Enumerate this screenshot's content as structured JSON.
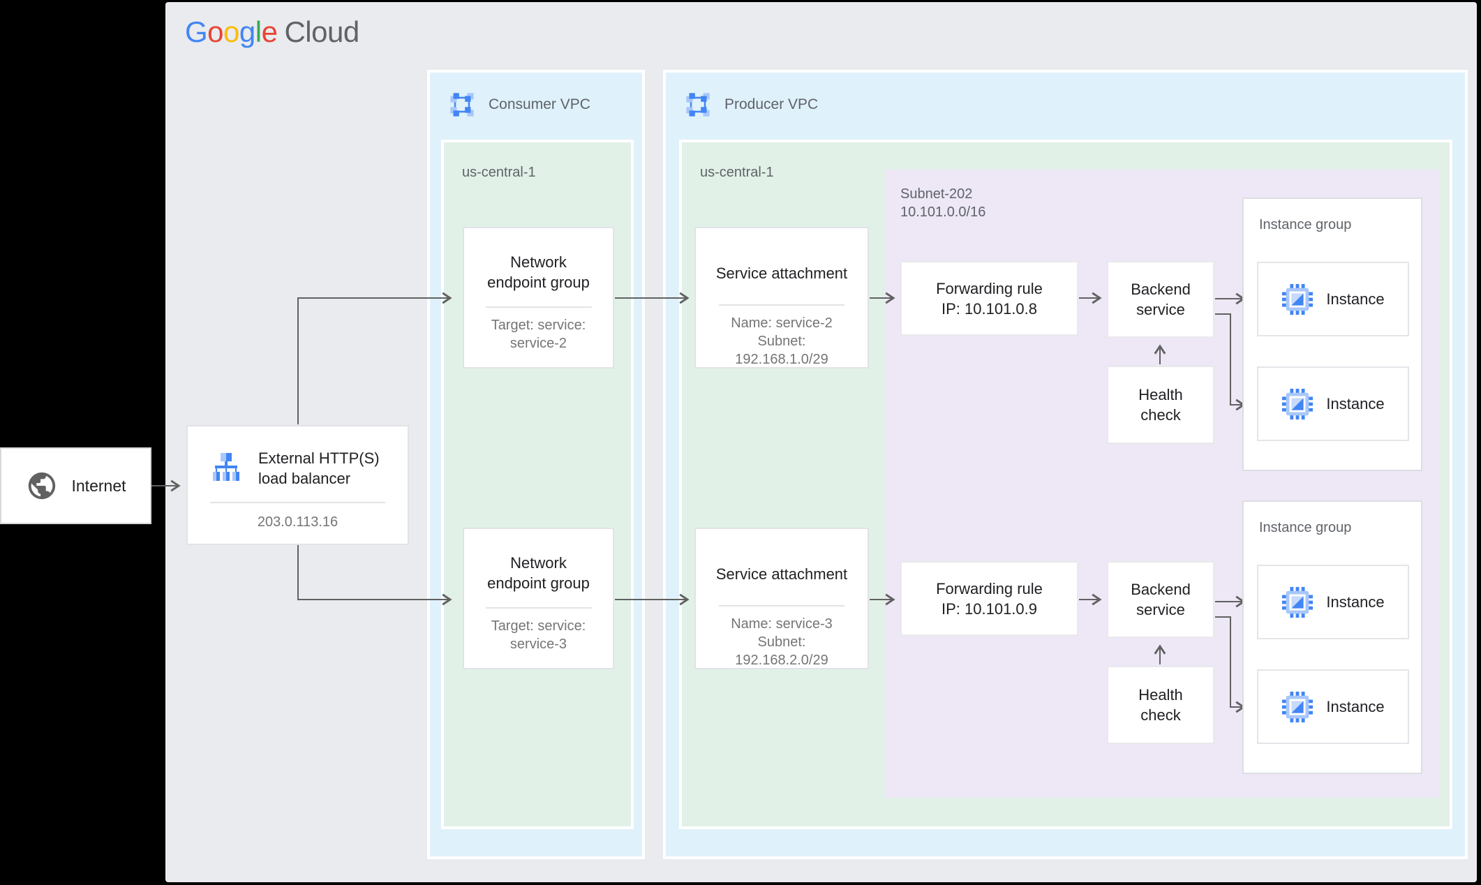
{
  "colors": {
    "canvas_bg": "#E9EBEE",
    "vpc_bg": "#DFF1FB",
    "region_bg": "#E2F1E8",
    "subnet_bg": "#EDE7F6",
    "arrow": "#616161",
    "icon_blue_dark": "#4285F4",
    "icon_blue_light": "#A8C7FA",
    "google_blue": "#4285F4",
    "google_red": "#EA4335",
    "google_yellow": "#FBBC04",
    "google_green": "#34A853",
    "logo_gray": "#5F6368"
  },
  "logo": {
    "letters": [
      {
        "char": "G"
      },
      {
        "char": "o"
      },
      {
        "char": "o"
      },
      {
        "char": "g"
      },
      {
        "char": "l"
      },
      {
        "char": "e"
      }
    ],
    "cloud": "Cloud"
  },
  "internet_node": {
    "label": "Internet",
    "icon": "globe-icon"
  },
  "load_balancer": {
    "icon": "load-balancer-icon",
    "title_lines": [
      "External HTTP(S)",
      "load balancer"
    ],
    "ip": "203.0.113.16"
  },
  "consumer_vpc": {
    "label": "Consumer VPC",
    "icon": "vpc-network-icon",
    "region": {
      "label": "us-central-1"
    },
    "negs": [
      {
        "title_lines": [
          "Network",
          "endpoint group"
        ],
        "detail_lines": [
          "Target: service:",
          "service-2"
        ]
      },
      {
        "title_lines": [
          "Network",
          "endpoint group"
        ],
        "detail_lines": [
          "Target: service:",
          "service-3"
        ]
      }
    ]
  },
  "producer_vpc": {
    "label": "Producer VPC",
    "icon": "vpc-network-icon",
    "region": {
      "label": "us-central-1",
      "service_attachments": [
        {
          "title": "Service attachment",
          "detail_lines": [
            "Name: service-2",
            "Subnet:",
            "192.168.1.0/29"
          ]
        },
        {
          "title": "Service attachment",
          "detail_lines": [
            "Name: service-3",
            "Subnet:",
            "192.168.2.0/29"
          ]
        }
      ],
      "subnet": {
        "label_lines": [
          "Subnet-202",
          "10.101.0.0/16"
        ],
        "forwarding_rules": [
          {
            "lines": [
              "Forwarding rule",
              "IP: 10.101.0.8"
            ]
          },
          {
            "lines": [
              "Forwarding rule",
              "IP: 10.101.0.9"
            ]
          }
        ],
        "backend_services": [
          {
            "lines": [
              "Backend",
              "service"
            ]
          },
          {
            "lines": [
              "Backend",
              "service"
            ]
          }
        ],
        "health_checks": [
          {
            "lines": [
              "Health",
              "check"
            ]
          },
          {
            "lines": [
              "Health",
              "check"
            ]
          }
        ],
        "instance_groups": [
          {
            "label": "Instance group",
            "icon": "compute-instance-icon",
            "instances": [
              {
                "label": "Instance"
              },
              {
                "label": "Instance"
              }
            ]
          },
          {
            "label": "Instance group",
            "icon": "compute-instance-icon",
            "instances": [
              {
                "label": "Instance"
              },
              {
                "label": "Instance"
              }
            ]
          }
        ]
      }
    }
  }
}
